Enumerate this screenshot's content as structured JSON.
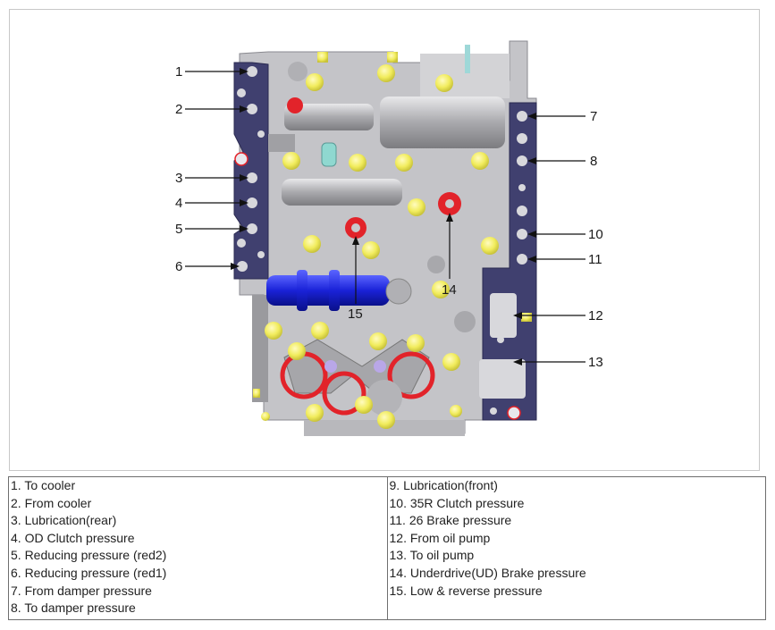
{
  "callouts": {
    "c1": "1",
    "c2": "2",
    "c3": "3",
    "c4": "4",
    "c5": "5",
    "c6": "6",
    "c7": "7",
    "c8": "8",
    "c10": "10",
    "c11": "11",
    "c12": "12",
    "c13": "13",
    "c14": "14",
    "c15": "15"
  },
  "legend": {
    "left": [
      "1. To cooler",
      "2. From cooler",
      "3. Lubrication(rear)",
      "4. OD Clutch pressure",
      "5. Reducing pressure (red2)",
      "6. Reducing pressure (red1)",
      "7. From damper pressure",
      "8. To damper pressure"
    ],
    "right": [
      "9. Lubrication(front)",
      "10. 35R Clutch pressure",
      "11. 26 Brake pressure",
      "12. From oil pump",
      "13. To oil pump",
      "14. Underdrive(UD) Brake pressure",
      "15. Low & reverse pressure"
    ]
  },
  "colors": {
    "plate": "#c7c7cb",
    "gasket": "#3f3f72",
    "bolt": "#f2ef6a",
    "red_port": "#e2232a",
    "blue_spool": "#1a22d8"
  }
}
